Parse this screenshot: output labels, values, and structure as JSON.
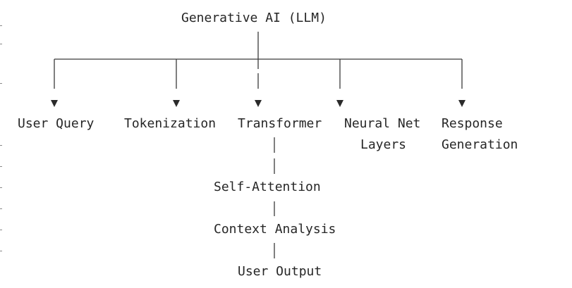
{
  "diagram": {
    "root": "Generative AI (LLM)",
    "branches": [
      {
        "lines": [
          "User Query"
        ]
      },
      {
        "lines": [
          "Tokenization"
        ]
      },
      {
        "lines": [
          "Transformer"
        ]
      },
      {
        "lines": [
          "Neural Net",
          "Layers"
        ]
      },
      {
        "lines": [
          "Response",
          "Generation"
        ]
      }
    ],
    "chain": [
      "Self-Attention",
      "Context Analysis",
      "User Output"
    ]
  },
  "colors": {
    "text": "#262626",
    "line": "#3a3a3a",
    "background": "#ffffff"
  }
}
